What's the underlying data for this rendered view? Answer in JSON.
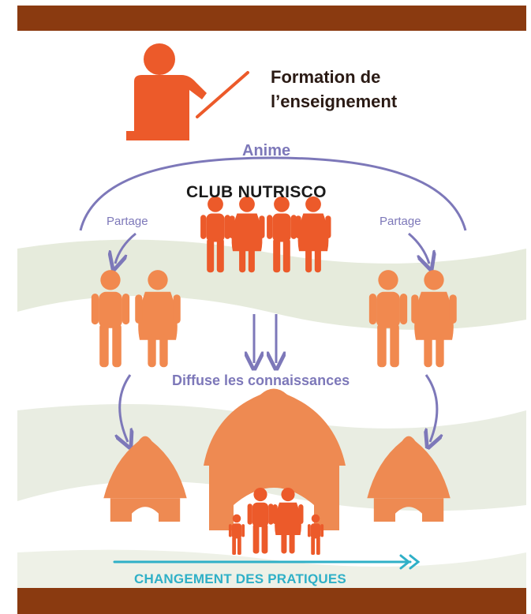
{
  "header": {
    "title_line1": "Formation de",
    "title_line2": "l’enseignement"
  },
  "labels": {
    "anime": "Anime",
    "club": "CLUB NUTRISCO",
    "partage_left": "Partage",
    "partage_right": "Partage",
    "diffuse": "Diffuse les connaissances",
    "changement": "CHANGEMENT DES PRATIQUES"
  },
  "colors": {
    "band": "#8a3a10",
    "person_dark": "#ec5a2a",
    "person_light": "#f1894f",
    "hut": "#ee8a52",
    "arrow": "#7d78b9",
    "progress_arrow": "#2fb0c7",
    "wave": "#e6ebdc"
  },
  "icons": {
    "teacher": "teacher-icon",
    "club_members": "club-members-icon",
    "couple": "couple-icon",
    "hut": "hut-icon",
    "family": "family-icon"
  }
}
